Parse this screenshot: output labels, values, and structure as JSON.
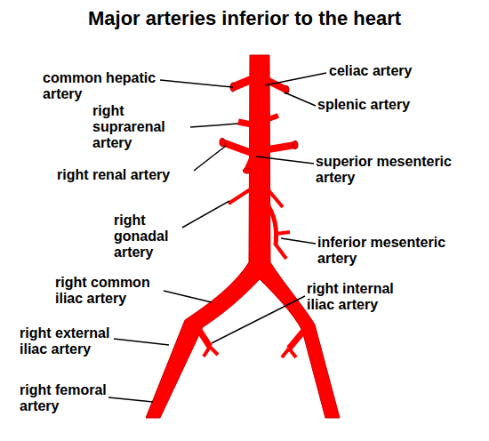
{
  "diagram": {
    "title": "Major arteries inferior to the heart",
    "labels": [
      "common hepatic artery",
      "celiac artery",
      "right suprarenal artery",
      "splenic artery",
      "right renal artery",
      "superior mesenteric artery",
      "right gonadal artery",
      "inferior mesenteric artery",
      "right common iliac artery",
      "right internal iliac artery",
      "right external iliac artery",
      "right femoral artery"
    ]
  }
}
